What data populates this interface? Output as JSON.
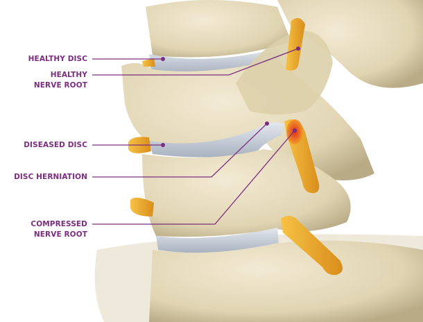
{
  "labels": {
    "healthy_disc": "HEALTHY DISC",
    "healthy_nerve_root": [
      "HEALTHY",
      "NERVE ROOT"
    ],
    "diseased_disc": "DISEASED DISC",
    "disc_herniation": "DISC HERNIATION",
    "compressed_nerve_root": [
      "COMPRESSED",
      "NERVE ROOT"
    ]
  },
  "colors": {
    "label": "#7b2d7f",
    "bone": "#e6dcc0",
    "disc": "#c9d0da",
    "nerve": "#eaa52a",
    "inflamed": "#e2401c"
  }
}
